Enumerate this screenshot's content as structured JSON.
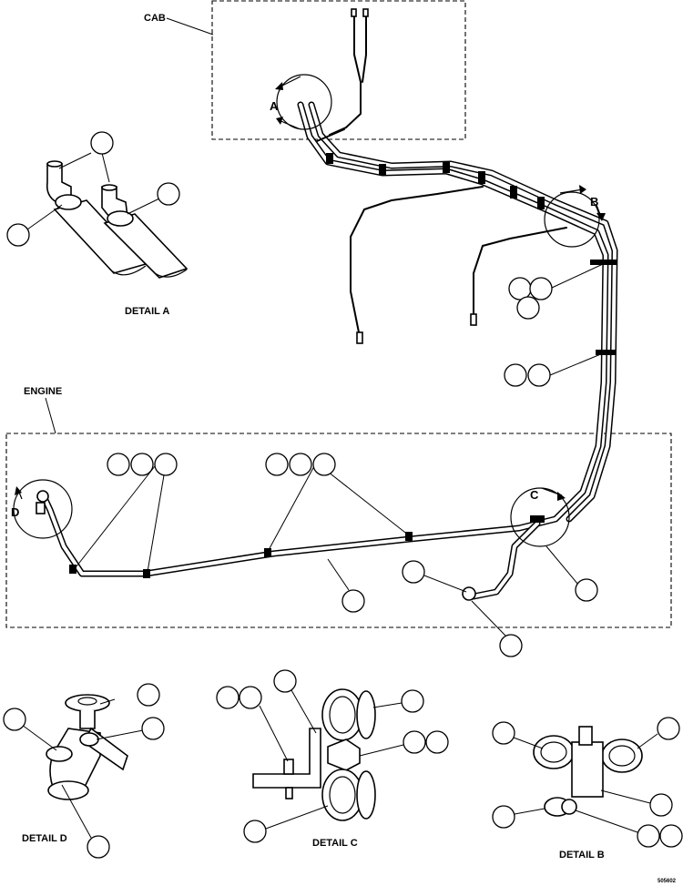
{
  "labels": {
    "cab": "CAB",
    "engine": "ENGINE",
    "a": "A",
    "b": "B",
    "c": "C",
    "d": "D",
    "detail_a": "DETAIL A",
    "detail_b": "DETAIL B",
    "detail_c": "DETAIL C",
    "detail_d": "DETAIL D",
    "figure_id": "505602"
  }
}
